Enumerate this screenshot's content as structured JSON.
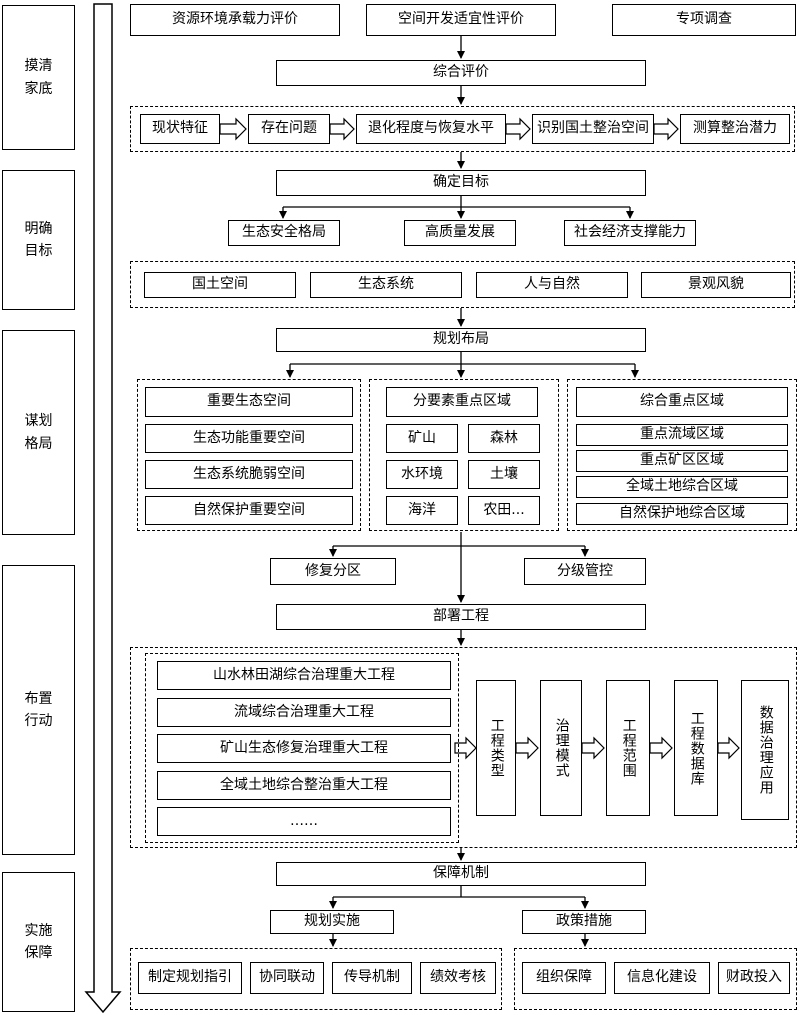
{
  "phases": [
    "摸清\n家底",
    "明确\n目标",
    "谋划\n格局",
    "布置\n行动",
    "实施\n保障"
  ],
  "survey": {
    "top": [
      "资源环境承载力评价",
      "空间开发适宜性评价",
      "专项调查"
    ],
    "comprehensive": "综合评价",
    "chain": [
      "现状特征",
      "存在问题",
      "退化程度与恢复水平",
      "识别国土整治空间",
      "测算整治潜力"
    ]
  },
  "goals": {
    "title": "确定目标",
    "items": [
      "生态安全格局",
      "高质量发展",
      "社会经济支撑能力"
    ],
    "aspects": [
      "国土空间",
      "生态系统",
      "人与自然",
      "景观风貌"
    ]
  },
  "layout": {
    "title": "规划布局",
    "left": [
      "重要生态空间",
      "生态功能重要空间",
      "生态系统脆弱空间",
      "自然保护重要空间"
    ],
    "middle_title": "分要素重点区域",
    "middle_items": [
      "矿山",
      "森林",
      "水环境",
      "土壤",
      "海洋",
      "农田..."
    ],
    "right_title": "综合重点区域",
    "right_items": [
      "重点流域区域",
      "重点矿区区域",
      "全域土地综合区域",
      "自然保护地综合区域"
    ],
    "zoning": "修复分区",
    "control": "分级管控"
  },
  "action": {
    "title": "部署工程",
    "projects": [
      "山水林田湖综合治理重大工程",
      "流域综合治理重大工程",
      "矿山生态修复治理重大工程",
      "全域土地综合整治重大工程",
      "……"
    ],
    "steps": [
      "工程类型",
      "治理模式",
      "工程范围",
      "工程数据库",
      "数据治理应用"
    ]
  },
  "guarantee": {
    "title": "保障机制",
    "branches": [
      "规划实施",
      "政策措施"
    ],
    "left_items": [
      "制定规划指引",
      "协同联动",
      "传导机制",
      "绩效考核"
    ],
    "right_items": [
      "组织保障",
      "信息化建设",
      "财政投入"
    ]
  }
}
